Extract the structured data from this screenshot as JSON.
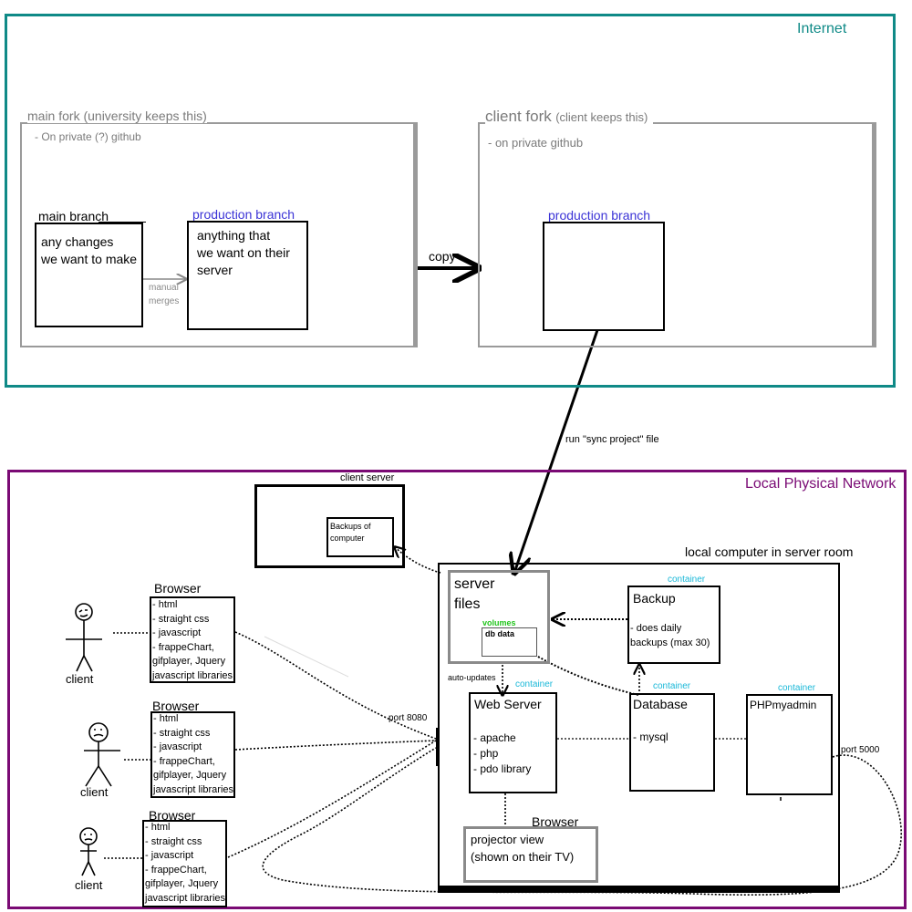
{
  "internet": {
    "label": "Internet",
    "color": "#0f8a87"
  },
  "local_network": {
    "label": "Local Physical Network",
    "color": "#7a0a74"
  },
  "main_fork": {
    "title": "main fork (university keeps this)",
    "note": "- On private (?) github",
    "main_branch": {
      "title": "main branch",
      "body": "any changes\nwe want to make"
    },
    "production_branch": {
      "title": "production branch",
      "body": "anything that\nwe want on their\nserver"
    },
    "merge_label": "manual\nmerges"
  },
  "client_fork": {
    "title": "client fork",
    "title_suffix": "(client keeps this)",
    "note": "- on private github",
    "production_branch": {
      "title": "production branch"
    }
  },
  "copy_label": "copy",
  "sync_label": "run \"sync project\" file",
  "client_server": {
    "title": "client server",
    "backup_box": "Backups of\ncomputer"
  },
  "local_computer": {
    "title": "local computer in server room",
    "server_files": {
      "title": "server\nfiles",
      "volumes": "volumes",
      "db_data": "db data"
    },
    "auto_updates": "auto-updates",
    "backup": {
      "tag": "container",
      "title": "Backup",
      "body": "- does daily\nbackups (max 30)"
    },
    "web_server": {
      "tag": "container",
      "title": "Web Server",
      "body": "- apache\n- php\n- pdo library"
    },
    "database": {
      "tag": "container",
      "title": "Database",
      "body": "- mysql"
    },
    "phpmyadmin": {
      "tag": "container",
      "title": "PHPmyadmin"
    },
    "projector": {
      "tag": "Browser",
      "body": "projector view\n(shown on their TV)"
    }
  },
  "port_8080": "port 8080",
  "port_5000": "port 5000",
  "browsers": [
    {
      "title": "Browser",
      "items": "- html\n- straight css\n- javascript\n- frappeChart,\ngifplayer, Jquery\njavascript libraries"
    },
    {
      "title": "Browser",
      "items": "- html\n- straight css\n- javascript\n- frappeChart,\ngifplayer, Jquery\njavascript libraries"
    },
    {
      "title": "Browser",
      "items": "- html\n- straight css\n- javascript\n- frappeChart,\ngifplayer, Jquery\njavascript libraries"
    }
  ],
  "clients": [
    "client",
    "client",
    "client"
  ],
  "colors": {
    "blue_label": "#3b33d6",
    "cyan_tag": "#1ab8d8",
    "green_tag": "#22c41c",
    "gray_text": "#7a7a7a"
  }
}
